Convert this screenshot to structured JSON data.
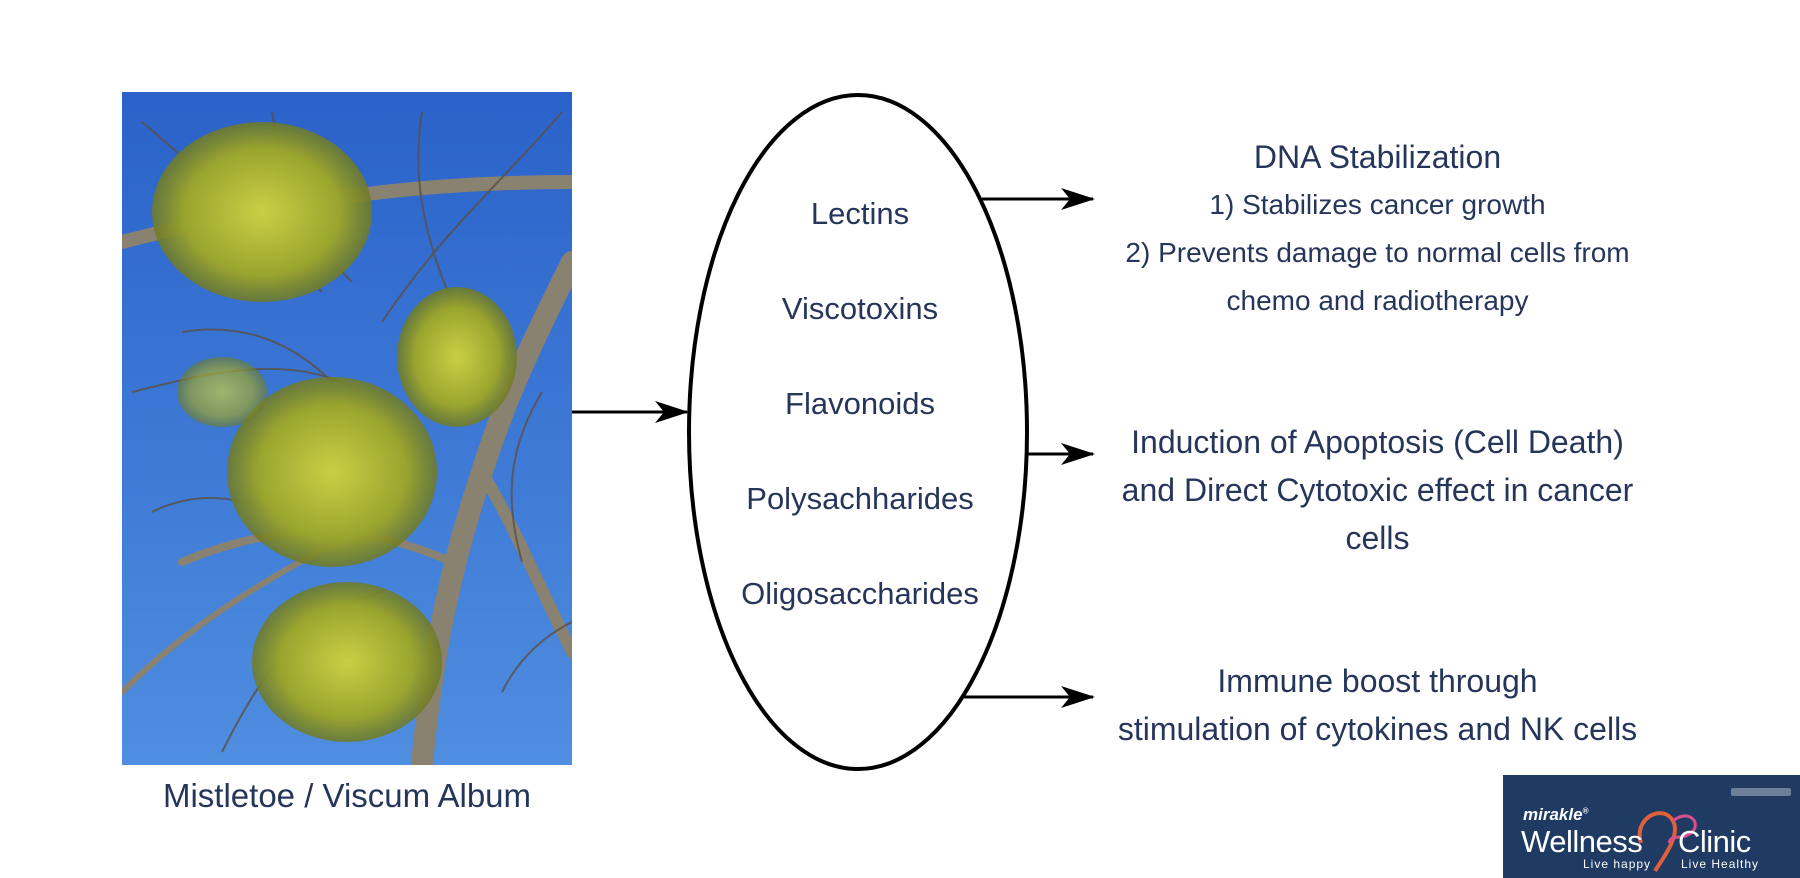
{
  "photo": {
    "caption": "Mistletoe / Viscum Album"
  },
  "compounds": [
    "Lectins",
    "Viscotoxins",
    "Flavonoids",
    "Polysachharides",
    "Oligosaccharides"
  ],
  "effects": {
    "dna": {
      "title": "DNA Stabilization",
      "line1": "1) Stabilizes cancer growth",
      "line2": "2) Prevents damage to normal cells from",
      "line3": "chemo and radiotherapy"
    },
    "apoptosis": {
      "line1": "Induction of Apoptosis (Cell Death)",
      "line2": "and Direct Cytotoxic effect in cancer",
      "line3": "cells"
    },
    "immune": {
      "line1": "Immune boost through",
      "line2": "stimulation of cytokines and NK cells"
    }
  },
  "logo": {
    "brand": "mirakle",
    "brand_mark": "®",
    "word1": "Wellness",
    "word2": "Clinic",
    "tagline1": "Live happy",
    "tagline2": "Live Healthy"
  },
  "colors": {
    "text": "#26365a",
    "logo_bg": "#1f3a63",
    "sky": "#2f6fd0",
    "foliage": "#b8bf3a",
    "ribbon": "#e0603a"
  }
}
